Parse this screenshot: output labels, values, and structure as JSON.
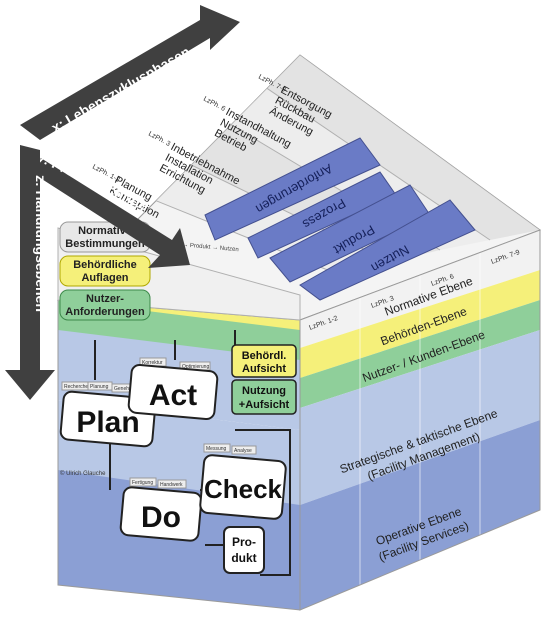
{
  "axes": {
    "x_label": "x: Lebenszyklusphasen",
    "y_label": "y: Prozessschritte",
    "z_label": "z: Handlungsebenen"
  },
  "top_face": {
    "phases": [
      {
        "tag": "LzPh. 7-9",
        "lines": [
          "Entsorgung",
          "Rückbau",
          "Änderung"
        ]
      },
      {
        "tag": "LzPh. 6",
        "lines": [
          "Instandhaltung",
          "Nutzung",
          "Betrieb"
        ]
      },
      {
        "tag": "LzPh. 3",
        "lines": [
          "Inbetriebnahme",
          "Installation",
          "Errichtung"
        ]
      },
      {
        "tag": "LzPh. 1-2",
        "lines": [
          "Planung",
          "Konzeption"
        ]
      }
    ],
    "process_bars": [
      "Anforderungen",
      "Prozess",
      "Produkt",
      "Nutzen"
    ]
  },
  "front_face": {
    "top_caption": "Anforderungen → Prozess → Produkt → Nutzen",
    "level_labels": [
      {
        "lines": [
          "Normative",
          "Bestimmungen"
        ]
      },
      {
        "lines": [
          "Behördliche",
          "Auflagen"
        ]
      },
      {
        "lines": [
          "Nutzer-",
          "Anforderungen"
        ]
      }
    ],
    "pdca": {
      "plan": "Plan",
      "do": "Do",
      "check": "Check",
      "act": "Act",
      "produkt": [
        "Pro-",
        "dukt"
      ],
      "behoerdl": [
        "Behördl.",
        "Aufsicht"
      ],
      "nutzung": [
        "Nutzung",
        "+Aufsicht"
      ]
    },
    "small_tags": [
      "Recherche",
      "Planung",
      "Genehmigung",
      "Korrektur",
      "Optimierung",
      "Fertigung",
      "Handwerk",
      "Messung",
      "Analyse"
    ],
    "copyright": "© Ulrich Glauche"
  },
  "right_face": {
    "phase_tags": [
      "LzPh. 1-2",
      "LzPh. 3",
      "LzPh. 6",
      "LzPh. 7-9"
    ],
    "levels": [
      {
        "lines": [
          "Normative Ebene"
        ]
      },
      {
        "lines": [
          "Behörden-Ebene"
        ]
      },
      {
        "lines": [
          "Nutzer- / Kunden-Ebene"
        ]
      },
      {
        "lines": [
          "Strategische & taktische Ebene",
          "(Facility Management)"
        ]
      },
      {
        "lines": [
          "Operative Ebene",
          "(Facility Services)"
        ]
      }
    ]
  },
  "colors": {
    "normative": "#f2f2f2",
    "behoerden": "#f5f07a",
    "nutzer": "#8fcf9a",
    "strategisch": "#b8c8e6",
    "operativ": "#8b9fd4",
    "bar_fill": "#6a7bc6",
    "arrow": "#404040"
  }
}
